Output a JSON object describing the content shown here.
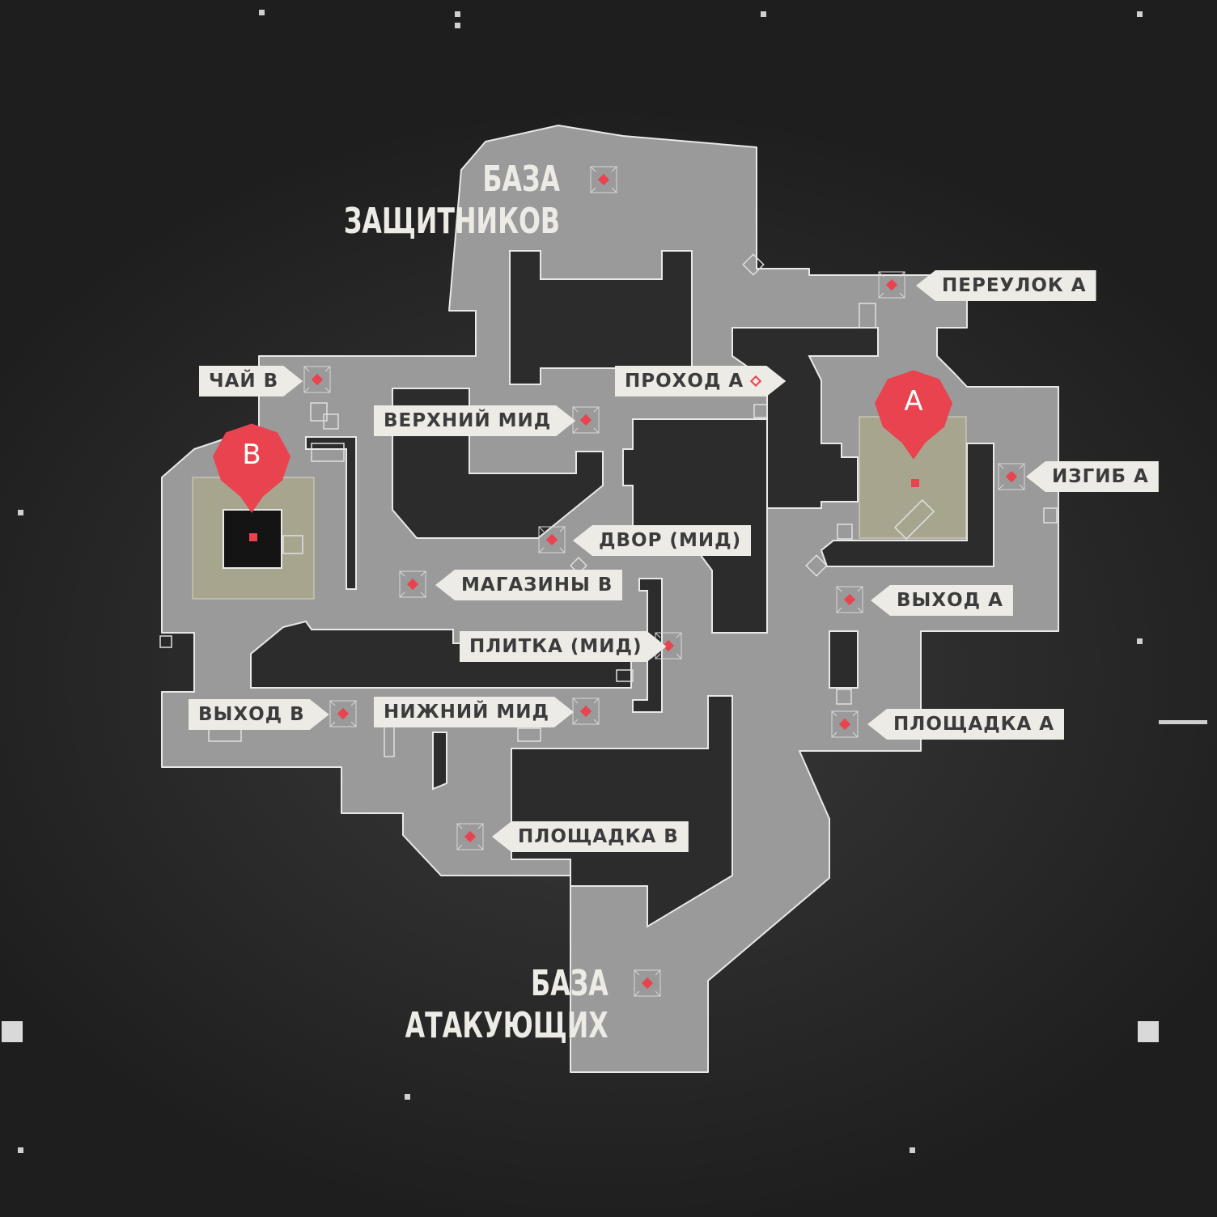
{
  "map": {
    "spawns": {
      "defenders": [
        "БАЗА",
        "ЗАЩИТНИКОВ"
      ],
      "attackers": [
        "БАЗА",
        "АТАКУЮЩИХ"
      ]
    },
    "sites": {
      "a": {
        "letter": "A"
      },
      "b": {
        "letter": "B"
      }
    },
    "callouts": {
      "a_lane": "ПЕРЕУЛОК А",
      "b_tea": "ЧАЙ В",
      "a_passage": "ПРОХОД А",
      "top_mid": "ВЕРХНИЙ МИД",
      "a_bend": "ИЗГИБ А",
      "mid_courtyard": "ДВОР (МИД)",
      "b_shops": "МАГАЗИНЫ В",
      "a_exit": "ВЫХОД А",
      "mid_tiles": "ПЛИТКА (МИД)",
      "b_exit": "ВЫХОД В",
      "bottom_mid": "НИЖНИЙ МИД",
      "a_main": "ПЛОЩАДКА А",
      "b_main": "ПЛОЩАДКА В"
    },
    "colors": {
      "floor": "#9a9a9a",
      "outline": "#e8e8e8",
      "site_zone": "#a8a58f",
      "accent": "#e8434e",
      "label_bg": "#ecebe5",
      "label_text": "#3c3c3c"
    }
  }
}
